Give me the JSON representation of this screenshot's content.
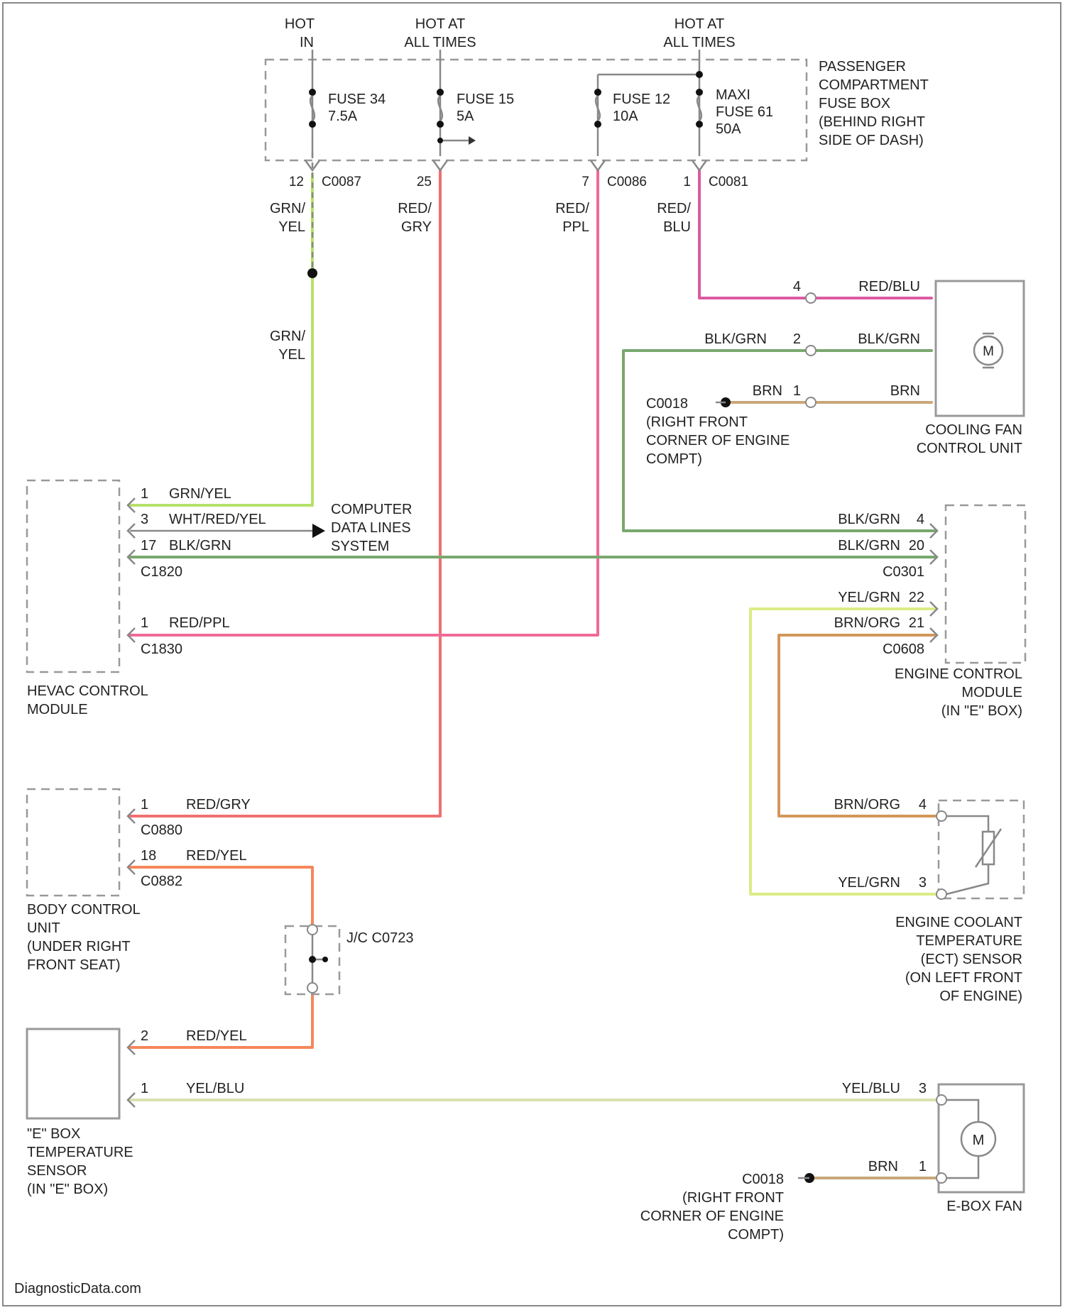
{
  "fuse_box": {
    "header_hot_in": [
      "HOT",
      "IN"
    ],
    "header_hot_at_all_times_1": [
      "HOT AT",
      "ALL TIMES"
    ],
    "header_hot_at_all_times_2": [
      "HOT AT",
      "ALL TIMES"
    ],
    "fuse_34": [
      "FUSE 34",
      "7.5A"
    ],
    "fuse_15": [
      "FUSE 15",
      "5A"
    ],
    "fuse_12": [
      "FUSE 12",
      "10A"
    ],
    "fuse_61": [
      "MAXI",
      "FUSE 61",
      "50A"
    ],
    "label": [
      "PASSENGER",
      "COMPARTMENT",
      "FUSE BOX",
      "(BEHIND RIGHT",
      "SIDE OF DASH)"
    ],
    "pin_12": "12",
    "pin_25": "25",
    "pin_7": "7",
    "pin_1": "1",
    "conn_c0087": "C0087",
    "conn_c0086": "C0086",
    "conn_c0081": "C0081"
  },
  "wire_labels": {
    "grn_yel_top": [
      "GRN/",
      "YEL"
    ],
    "red_gry_top": [
      "RED/",
      "GRY"
    ],
    "red_ppl_top": [
      "RED/",
      "PPL"
    ],
    "red_blu_top": [
      "RED/",
      "BLU"
    ],
    "grn_yel_mid": [
      "GRN/",
      "YEL"
    ]
  },
  "cooling_fan": {
    "pin_4": "4",
    "wire_4": "RED/BLU",
    "pin_2": "2",
    "wire_2_left": "BLK/GRN",
    "wire_2_right": "BLK/GRN",
    "pin_1": "1",
    "wire_1_left": "BRN",
    "wire_1_right": "BRN",
    "ground_label": [
      "C0018",
      "(RIGHT FRONT",
      "CORNER OF ENGINE",
      "COMPT)"
    ],
    "motor_symbol": "M",
    "label": [
      "COOLING FAN",
      "CONTROL UNIT"
    ]
  },
  "hvac": {
    "pin_1": "1",
    "wire_1": "GRN/YEL",
    "pin_3": "3",
    "wire_3": "WHT/RED/YEL",
    "pin_17": "17",
    "wire_17": "BLK/GRN",
    "conn_c1820": "C1820",
    "pin_1b": "1",
    "wire_1b": "RED/PPL",
    "conn_c1830": "C1830",
    "computer_data_lines": [
      "COMPUTER",
      "DATA LINES",
      "SYSTEM"
    ],
    "label": [
      "HEVAC CONTROL",
      "MODULE"
    ]
  },
  "ecm": {
    "wire_4": "BLK/GRN",
    "pin_4": "4",
    "wire_20": "BLK/GRN",
    "pin_20": "20",
    "conn_c0301": "C0301",
    "wire_22": "YEL/GRN",
    "pin_22": "22",
    "wire_21": "BRN/ORG",
    "pin_21": "21",
    "conn_c0608": "C0608",
    "label": [
      "ENGINE CONTROL",
      "MODULE",
      "(IN \"E\" BOX)"
    ]
  },
  "bcu": {
    "pin_1": "1",
    "wire_1": "RED/GRY",
    "conn_c0880": "C0880",
    "pin_18": "18",
    "wire_18": "RED/YEL",
    "conn_c0882": "C0882",
    "label": [
      "BODY CONTROL",
      "UNIT",
      "(UNDER RIGHT",
      "FRONT SEAT)"
    ]
  },
  "jc": {
    "label": "J/C C0723"
  },
  "ect": {
    "wire_4": "BRN/ORG",
    "pin_4": "4",
    "wire_3": "YEL/GRN",
    "pin_3": "3",
    "label": [
      "ENGINE COOLANT",
      "TEMPERATURE",
      "(ECT) SENSOR",
      "(ON LEFT FRONT",
      "OF ENGINE)"
    ]
  },
  "ebox_sensor": {
    "pin_2": "2",
    "wire_2": "RED/YEL",
    "pin_1": "1",
    "wire_1": "YEL/BLU",
    "label": [
      "\"E\" BOX",
      "TEMPERATURE",
      "SENSOR",
      "(IN \"E\" BOX)"
    ]
  },
  "ebox_fan": {
    "wire_3": "YEL/BLU",
    "pin_3": "3",
    "wire_1": "BRN",
    "pin_1": "1",
    "ground_label": [
      "C0018",
      "(RIGHT FRONT",
      "CORNER OF ENGINE",
      "COMPT)"
    ],
    "motor_symbol": "M",
    "label": "E-BOX FAN"
  },
  "watermark": "DiagnosticData.com",
  "colors": {
    "grn_yel": "#b6e06a",
    "red_gry": "#f07070",
    "red_ppl": "#f06a96",
    "red_blu": "#dc5aa0",
    "blk_grn": "#79a86e",
    "brn": "#c8a878",
    "yel_grn": "#dcec86",
    "brn_org": "#d2975a",
    "red_yel": "#f5875a",
    "yel_blu": "#d7e2ad",
    "wht_red_yel": "#999999"
  }
}
